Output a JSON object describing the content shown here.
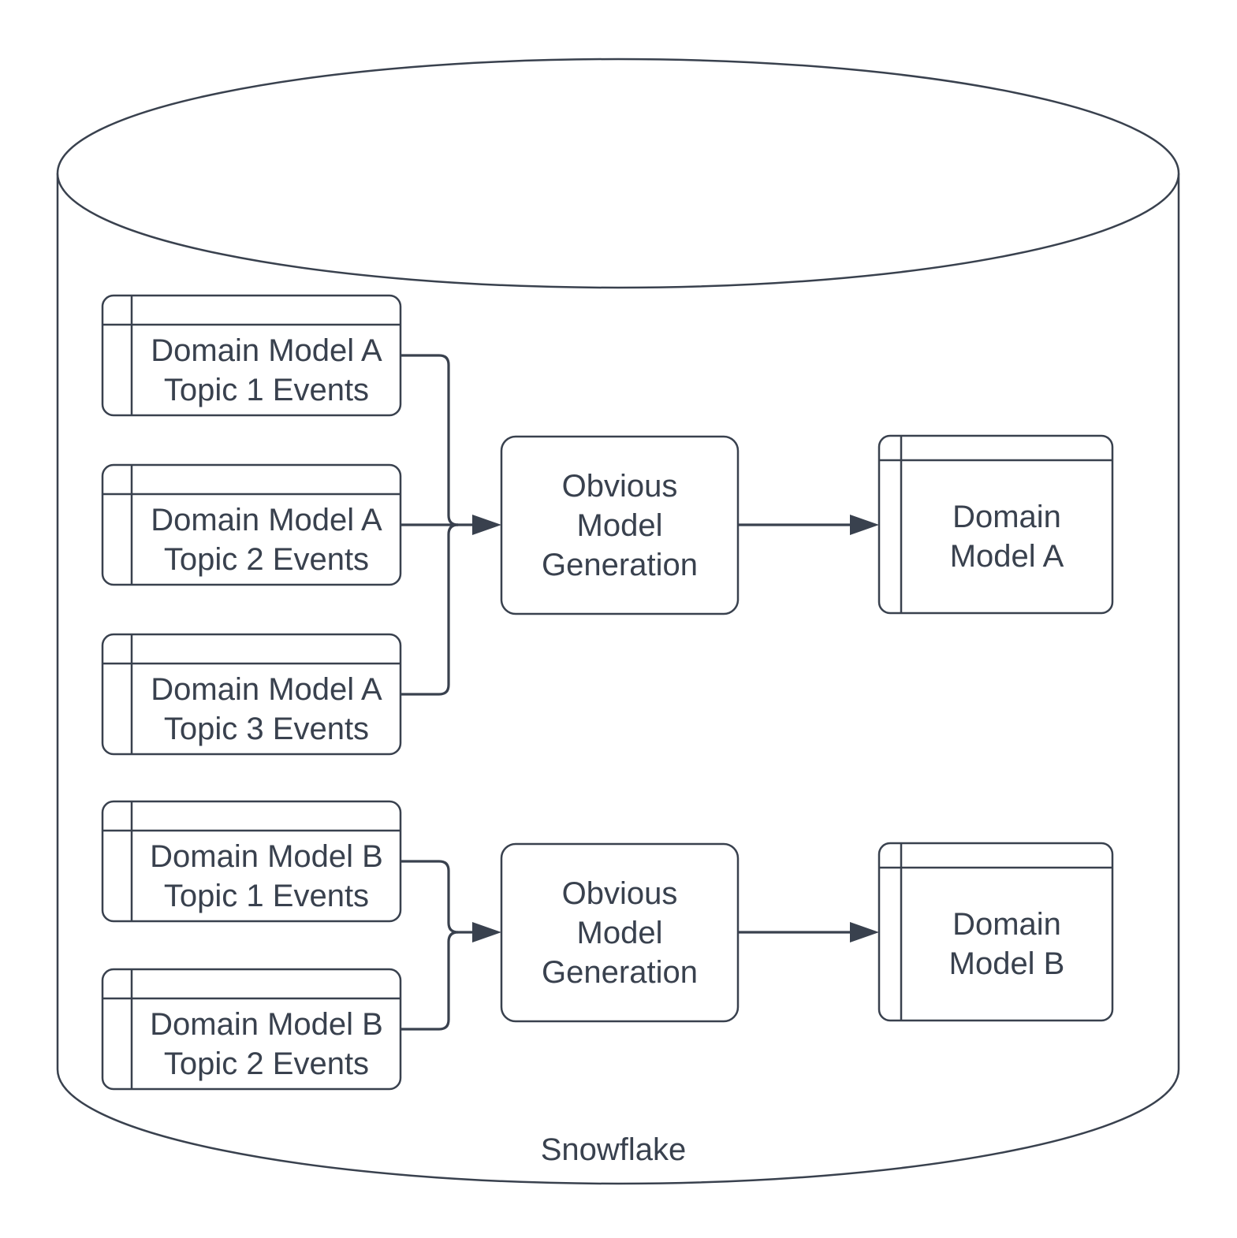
{
  "colors": {
    "stroke": "#39414e",
    "text": "#39414e",
    "background": "#ffffff"
  },
  "cylinder_label": "Snowflake",
  "pipelines": [
    {
      "sources": [
        {
          "label": "Domain Model A\nTopic 1 Events"
        },
        {
          "label": "Domain Model A\nTopic 2 Events"
        },
        {
          "label": "Domain Model A\nTopic 3 Events"
        }
      ],
      "process": {
        "label": "Obvious\nModel\nGeneration"
      },
      "output": {
        "label": "Domain\nModel A"
      }
    },
    {
      "sources": [
        {
          "label": "Domain Model B\nTopic 1 Events"
        },
        {
          "label": "Domain Model B\nTopic 2 Events"
        }
      ],
      "process": {
        "label": "Obvious\nModel\nGeneration"
      },
      "output": {
        "label": "Domain\nModel B"
      }
    }
  ]
}
